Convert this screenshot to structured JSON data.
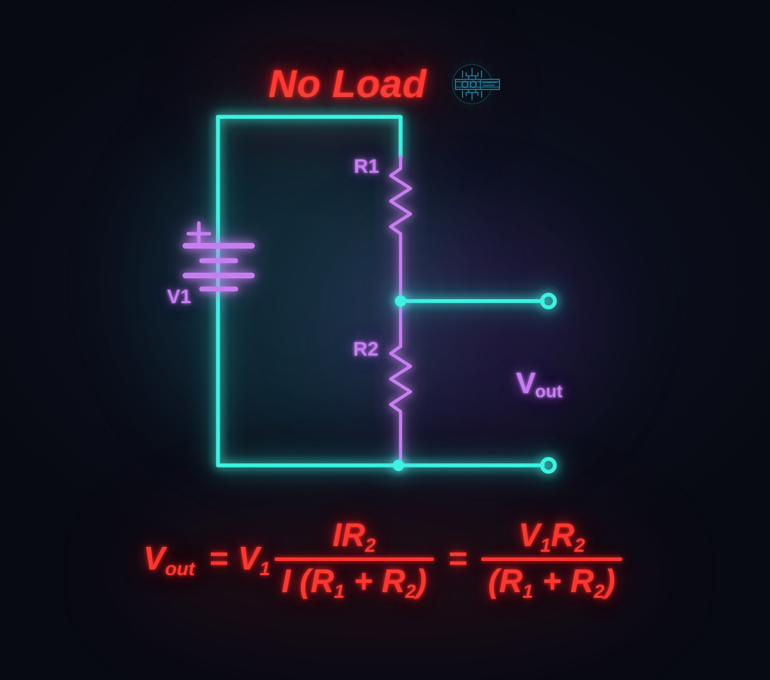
{
  "title": {
    "text": "No Load",
    "color": "#f52020",
    "logo_icon": "gear-circuit-logo"
  },
  "colors": {
    "background": "#0b0e19",
    "wire_cyan": "#3ef2e0",
    "component_purple": "#c77ef0",
    "formula_red": "#f73a32"
  },
  "circuit": {
    "type": "voltage-divider",
    "source": {
      "label": "V1",
      "polarity": "+",
      "symbol": "battery"
    },
    "resistors": [
      {
        "label": "R1",
        "position": "upper-series"
      },
      {
        "label": "R2",
        "position": "lower-series"
      }
    ],
    "output": {
      "label_main": "V",
      "label_sub": "out",
      "terminals": 2,
      "terminal_style": "open-ring"
    },
    "nodes": [
      {
        "name": "divider-tap",
        "type": "filled-dot"
      },
      {
        "name": "ground-node",
        "type": "filled-dot"
      }
    ]
  },
  "formula": {
    "lhs": {
      "base": "V",
      "sub": "out"
    },
    "equals_1": "=",
    "v1": {
      "base": "V",
      "sub": "1"
    },
    "fraction_1": {
      "numerator": [
        {
          "base": "IR",
          "sub": "2"
        }
      ],
      "denominator": [
        {
          "base": "I (R",
          "sub": "1"
        },
        {
          "base": " + R",
          "sub": "2"
        },
        {
          "base": ")",
          "sub": ""
        }
      ]
    },
    "equals_2": "=",
    "fraction_2": {
      "numerator": [
        {
          "base": "V",
          "sub": "1"
        },
        {
          "base": "R",
          "sub": "2"
        }
      ],
      "denominator": [
        {
          "base": "(R",
          "sub": "1"
        },
        {
          "base": " + R",
          "sub": "2"
        },
        {
          "base": ")",
          "sub": ""
        }
      ]
    }
  }
}
